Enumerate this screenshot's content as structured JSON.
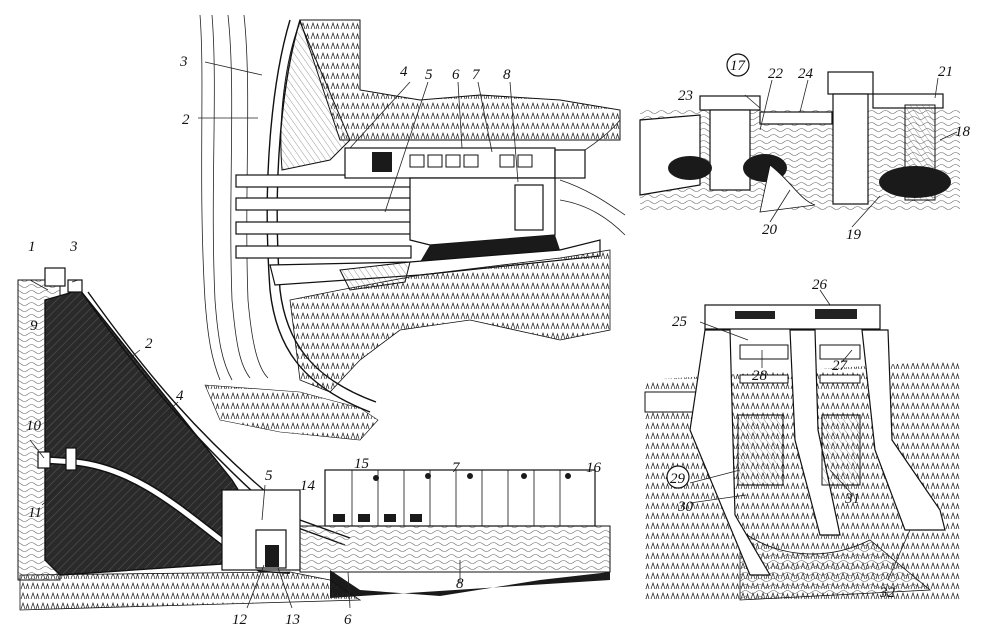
{
  "labels": {
    "l1": "1",
    "l2a": "2",
    "l2b": "2",
    "l3a": "3",
    "l3b": "3",
    "l4a": "4",
    "l4b": "4",
    "l5a": "5",
    "l5b": "5",
    "l6a": "6",
    "l6b": "6",
    "l7a": "7",
    "l7b": "7",
    "l8a": "8",
    "l8b": "8",
    "l9": "9",
    "l10": "10",
    "l11": "11",
    "l12": "12",
    "l13": "13",
    "l14": "14",
    "l15": "15",
    "l16": "16",
    "l17": "17",
    "l18": "18",
    "l19": "19",
    "l20": "20",
    "l21": "21",
    "l22": "22",
    "l23": "23",
    "l24": "24",
    "l25": "25",
    "l26": "26",
    "l27": "27",
    "l28": "28",
    "l29": "29",
    "l30": "30",
    "l31": "31",
    "l32": "32"
  }
}
